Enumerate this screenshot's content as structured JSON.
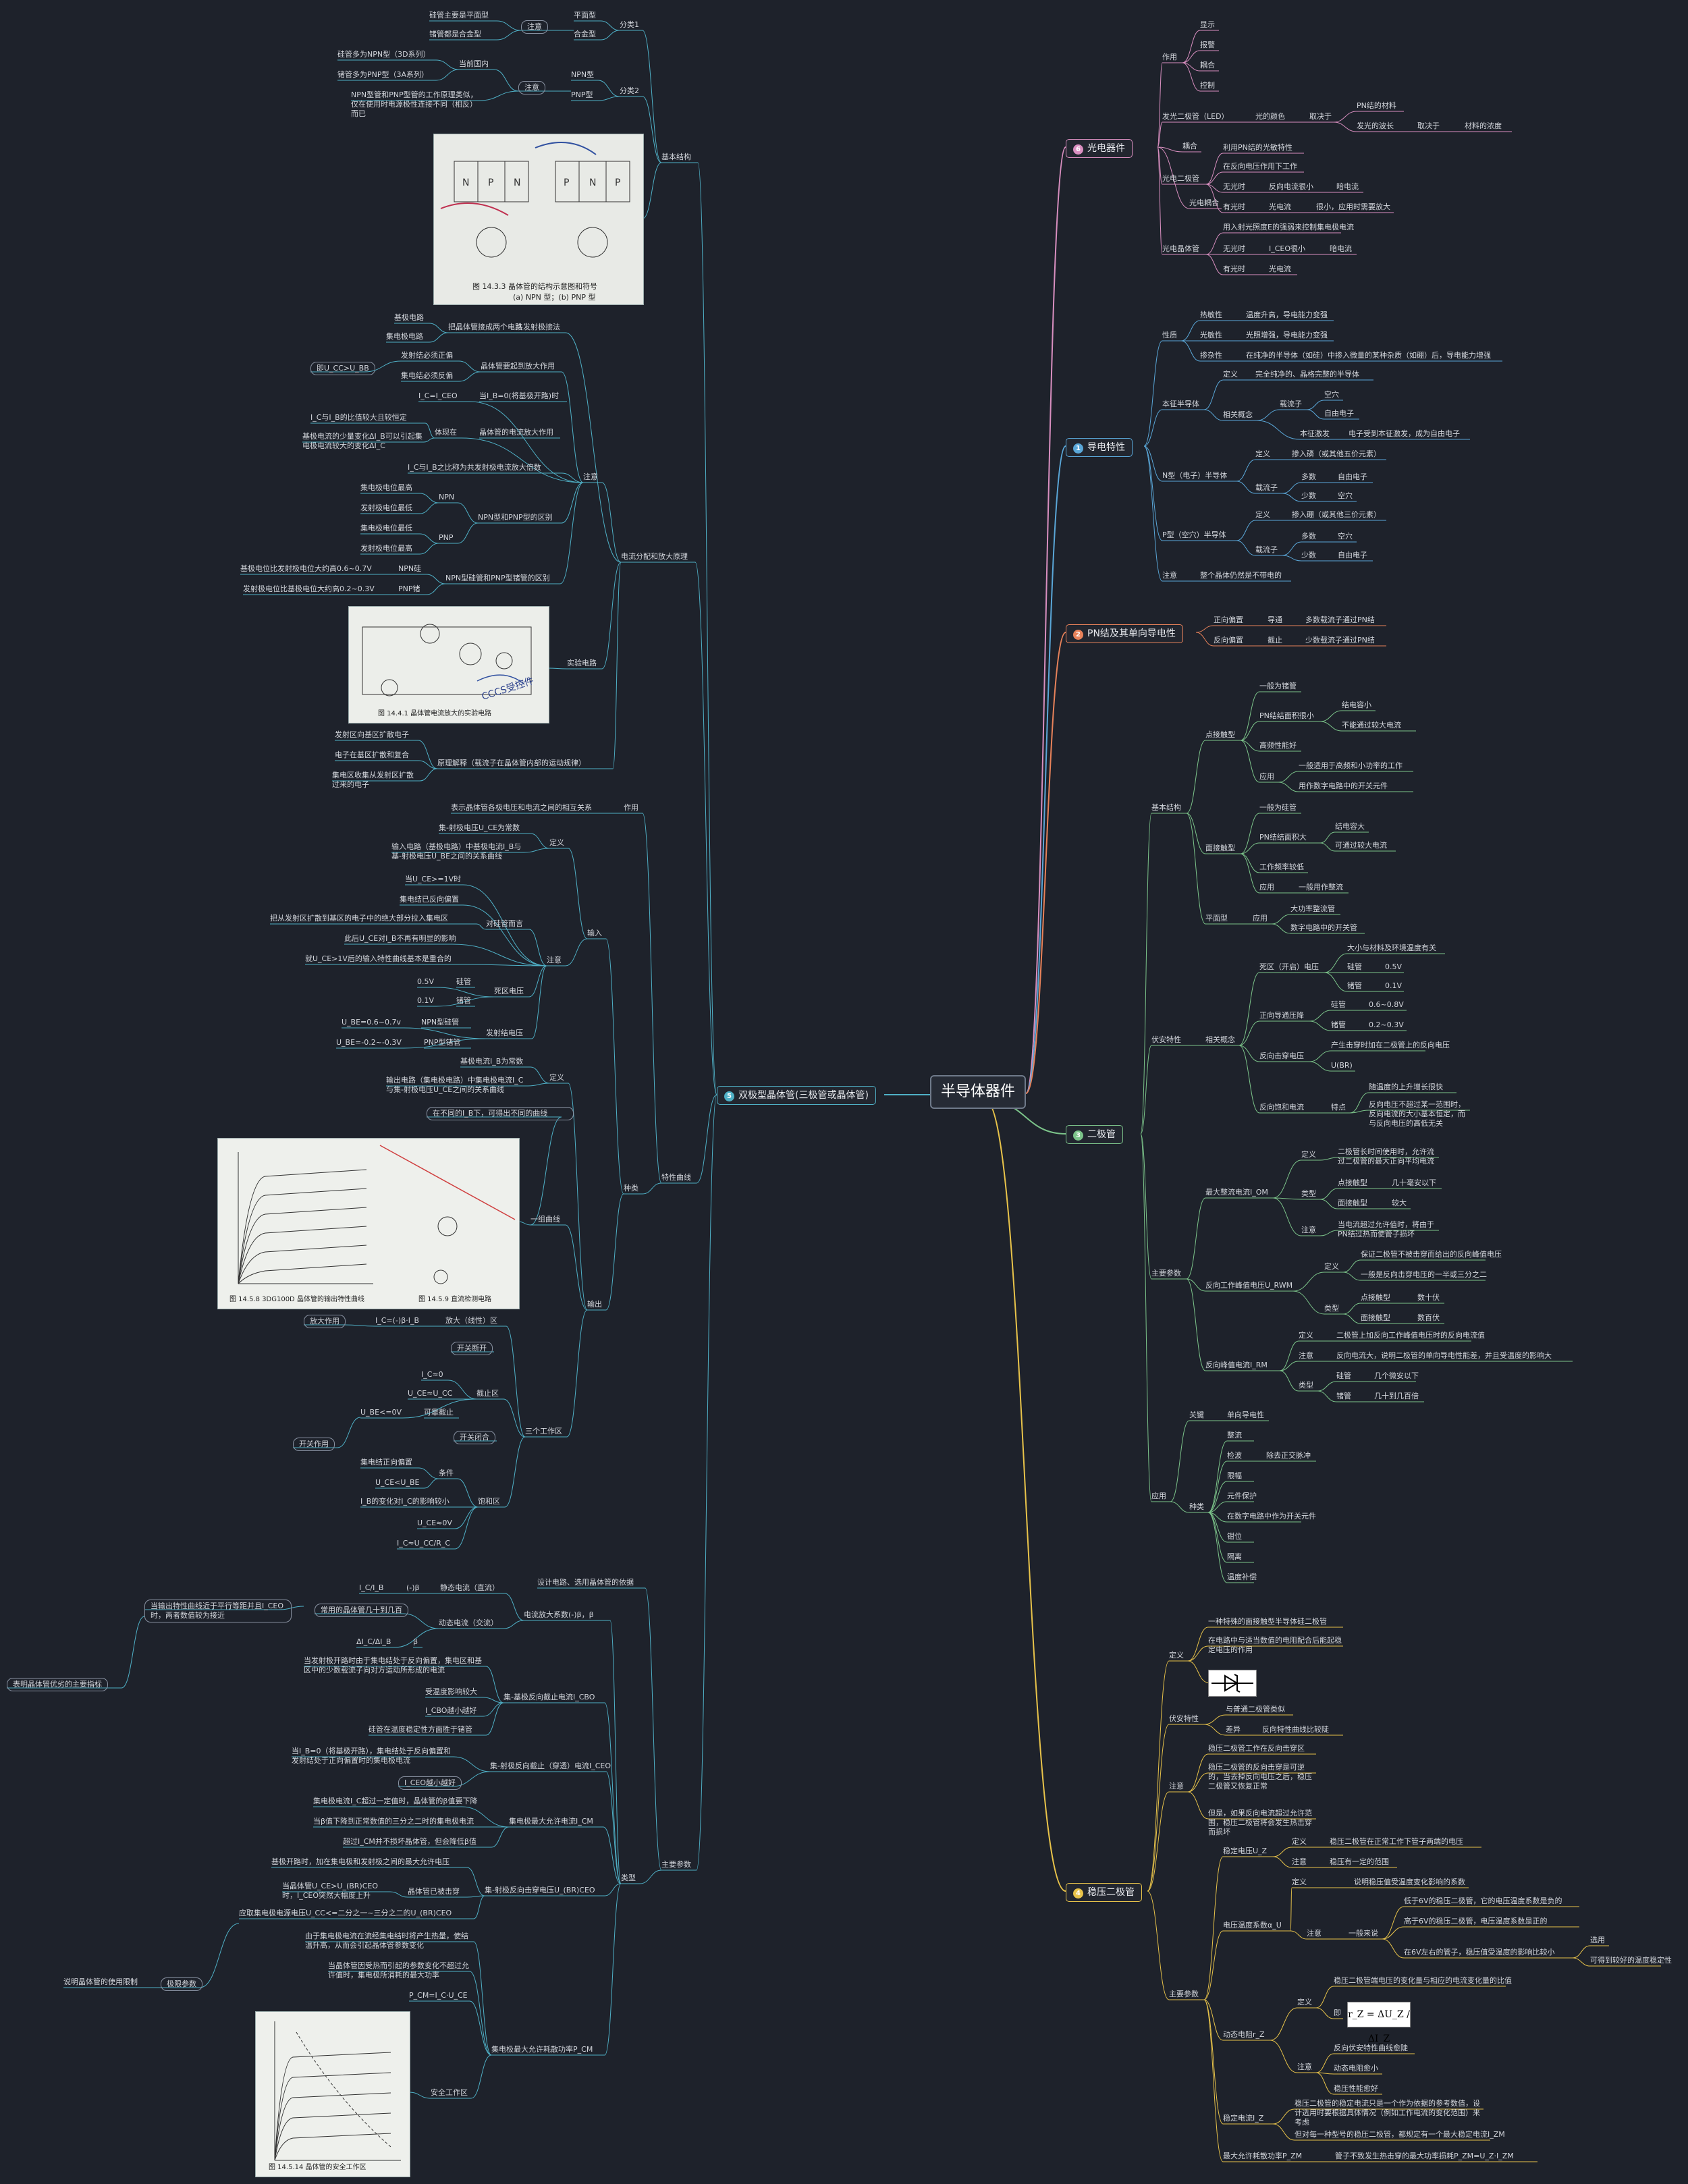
{
  "colors": {
    "bg": "#1e222b",
    "pink": "#d98fc0",
    "blue": "#5aa7d8",
    "orange": "#e8825a",
    "green": "#7cc48a",
    "yellow": "#e8c34a",
    "cyan": "#4fb0c6"
  },
  "root": "半导体器件",
  "branches": {
    "b6": {
      "num": "6",
      "label": "光电器件"
    },
    "b1": {
      "num": "1",
      "label": "导电特性"
    },
    "b2": {
      "num": "2",
      "label": "PN结及其单向导电性"
    },
    "b3": {
      "num": "3",
      "label": "二极管"
    },
    "b4": {
      "num": "4",
      "label": "稳压二极管"
    },
    "b5": {
      "num": "5",
      "label": "双极型晶体管(三极管或晶体管)"
    }
  },
  "guang": {
    "zuoyong": "作用",
    "z1": "显示",
    "z2": "报警",
    "z3": "耦合",
    "z4": "控制",
    "led": "发光二极管（LED）",
    "color": "光的颜色",
    "qjy": "取决于",
    "pn_mat": "PN结的材料",
    "wave": "发光的波长",
    "qjy2": "取决于",
    "mat_c": "材料的浓度",
    "ouhe": "耦合",
    "pd": "光电二极管",
    "pd1": "利用PN结的光敏特性",
    "pd2": "在反向电压作用下工作",
    "wg": "无光时",
    "wg1": "反向电流很小",
    "wg2": "暗电流",
    "yg": "有光时",
    "yg1": "光电流",
    "yg2": "很小，应用时需要放大",
    "gdoh": "光电耦合",
    "pt": "光电晶体管",
    "pt1": "用入射光照度E的强弱来控制集电极电流",
    "pt_wg": "无光时",
    "pt_wg1": "I_CEO很小",
    "pt_wg2": "暗电流",
    "pt_yg": "有光时",
    "pt_yg1": "光电流"
  },
  "dao": {
    "xz": "性质",
    "r": "热敏性",
    "r1": "温度升高，导电能力变强",
    "g": "光敏性",
    "g1": "光照增强，导电能力变强",
    "c": "掺杂性",
    "c1": "在纯净的半导体（如硅）中掺入微量的某种杂质（如硼）后，导电能力增强",
    "bz": "本征半导体",
    "dy": "定义",
    "dy1": "完全纯净的、晶格完整的半导体",
    "xg": "相关概念",
    "zlz": "载流子",
    "kx": "空穴",
    "zy": "自由电子",
    "bzjf": "本征激发",
    "bzjf1": "电子受到本征激发，成为自由电子",
    "n": "N型（电子）半导体",
    "ndy": "定义",
    "ndy1": "掺入磷（或其他五价元素）",
    "nzl": "载流子",
    "nd": "多数",
    "nd1": "自由电子",
    "ns": "少数",
    "ns1": "空穴",
    "p": "P型（空穴）半导体",
    "pdy": "定义",
    "pdy1": "掺入硼（或其他三价元素）",
    "pzl": "载流子",
    "pd": "多数",
    "pd1": "空穴",
    "ps": "少数",
    "ps1": "自由电子",
    "zy2": "注意",
    "zy21": "整个晶体仍然是不带电的"
  },
  "pn": {
    "zx": "正向偏置",
    "zx1": "导通",
    "zx2": "多数载流子通过PN结",
    "fx": "反向偏置",
    "fx1": "截止",
    "fx2": "少数载流子通过PN结"
  },
  "er": {
    "jb": "基本结构",
    "dc": "点接触型",
    "dc1": "一般为锗管",
    "dc2": "PN结结面积很小",
    "dc21": "结电容小",
    "dc22": "不能通过较大电流",
    "dc3": "高频性能好",
    "dc4": "应用",
    "dc41": "一般适用于高频和小功率的工作",
    "dc42": "用作数字电路中的开关元件",
    "mc": "面接触型",
    "mc1": "一般为硅管",
    "mc2": "PN结结面积大",
    "mc21": "结电容大",
    "mc22": "可通过较大电流",
    "mc3": "工作频率较低",
    "mc4": "应用",
    "mc41": "一般用作整流",
    "pm": "平面型",
    "pm1": "应用",
    "pm11": "大功率整流管",
    "pm12": "数字电路中的开关管",
    "fa": "伏安特性",
    "xg": "相关概念",
    "sq": "死区（开启）电压",
    "sq1": "大小与材料及环境温度有关",
    "sg": "硅管",
    "sg1": "0.5V",
    "zg": "锗管",
    "zg1": "0.1V",
    "zxdt": "正向导通压降",
    "zxg": "硅管",
    "zxg1": "0.6~0.8V",
    "zxz": "锗管",
    "zxz1": "0.2~0.3V",
    "fxjc": "反向击穿电压",
    "fxjc1": "产生击穿时加在二极管上的反向电压",
    "ubr": "U(BR)",
    "fxbh": "反向饱和电流",
    "td": "特点",
    "td1": "随温度的上升增长很快",
    "td2": "反向电压不超过某一范围时，反向电流的大小基本恒定，而与反向电压的高低无关",
    "zycs": "主要参数",
    "zdzl": "最大整流电流I_OM",
    "zd_dy": "定义",
    "zd_dy1": "二极管长时间使用时，允许流过二极管的最大正向平均电流",
    "zd_lx": "类型",
    "zd_lx1": "点接触型",
    "zd_lx11": "几十毫安以下",
    "zd_lx2": "面接触型",
    "zd_lx21": "较大",
    "zd_zy": "注意",
    "zd_zy1": "当电流超过允许值时，将由于PN结过热而使管子损坏",
    "fg": "反向工作峰值电压U_RWM",
    "fg_dy": "定义",
    "fg_dy1": "保证二极管不被击穿而给出的反向峰值电压",
    "fg_dy2": "一般是反向击穿电压的一半或三分之二",
    "fg_lx": "类型",
    "fg_lx1": "点接触型",
    "fg_lx11": "数十伏",
    "fg_lx2": "面接触型",
    "fg_lx21": "数百伏",
    "ff": "反向峰值电流I_RM",
    "ff_dy": "定义",
    "ff_dy1": "二极管上加反向工作峰值电压时的反向电流值",
    "ff_zy": "注意",
    "ff_zy1": "反向电流大，说明二极管的单向导电性能差，并且受温度的影响大",
    "ff_lx": "类型",
    "ff_lx1": "硅管",
    "ff_lx11": "几个微安以下",
    "ff_lx2": "锗管",
    "ff_lx21": "几十到几百倍",
    "yy": "应用",
    "gj": "关键",
    "gj1": "单向导电性",
    "zl": "种类",
    "zl1": "整流",
    "zl2": "检波",
    "zl21": "除去正交脉冲",
    "zl3": "限幅",
    "zl4": "元件保护",
    "zl5": "在数字电路中作为开关元件",
    "zl6": "钳位",
    "zl7": "隔离",
    "zl8": "温度补偿"
  },
  "wen": {
    "dy": "定义",
    "dy1": "一种特殊的面接触型半导体硅二极管",
    "dy2": "在电路中与适当数值的电阻配合后能起稳定电压的作用",
    "fa": "伏安特性",
    "fa1": "与普通二极管类似",
    "fa2": "差异",
    "fa21": "反向特性曲线比较陡",
    "zy": "注意",
    "zy1": "稳压二极管工作在反向击穿区",
    "zy2": "稳压二极管的反向击穿是可逆的，当去掉反向电压之后，稳压二极管又恢复正常",
    "zy3": "但是，如果反向电流超过允许范围，稳压二极管将会发生热击穿而损坏",
    "zycs": "主要参数",
    "wy": "稳定电压U_Z",
    "wy1": "定义",
    "wy11": "稳压二极管在正常工作下管子两端的电压",
    "wy2": "注意",
    "wy21": "稳压有一定的范围",
    "xs": "电压温度系数α_U",
    "xs1": "定义",
    "xs11": "说明稳压值受温度变化影响的系数",
    "xs2": "注意",
    "xs21": "一般来说",
    "xs211": "低于6V的稳压二极管，它的电压温度系数是负的",
    "xs212": "高于6V的稳压二极管，电压温度系数是正的",
    "xs213": "在6V左右的管子，稳压值受温度的影响比较小",
    "xs22": "选用",
    "xs221": "可得到较好的温度稳定性",
    "dz": "动态电阻r_Z",
    "dz1": "定义",
    "dz11": "稳压二极管端电压的变化量与相应的电流变化量的比值",
    "dz12": "即",
    "dz2": "注意",
    "dz21": "反向伏安特性曲线愈陡",
    "dz22": "动态电阻愈小",
    "dz23": "稳压性能愈好",
    "wdl": "稳定电流I_Z",
    "wdl1": "稳压二极管的稳定电流只是一个作为依据的参考数值，设计选用时要根据具体情况（例如工作电流的变化范围）来考虑",
    "wdl2": "但对每一种型号的稳压二极管，都规定有一个最大稳定电流I_ZM",
    "zdhs": "最大允许耗散功率P_ZM",
    "zdhs1": "管子不致发生热击穿的最大功率损耗P_ZM=U_Z·I_ZM",
    "formula": "r_Z = ΔU_Z / ΔI_Z"
  },
  "san": {
    "jbjg": "基本结构",
    "fl1": "分类1",
    "fl1a": "平面型",
    "fl1b": "合金型",
    "zy1": "注意",
    "zy11": "硅管主要是平面型",
    "zy12": "锗管都是合金型",
    "fl2": "分类2",
    "fl2a": "NPN型",
    "fl2b": "PNP型",
    "zy2": "注意",
    "dq": "当前国内",
    "dq1": "硅管多为NPN型（3D系列）",
    "dq2": "锗管多为PNP型（3A系列）",
    "zy22": "NPN型管和PNP型管的工作原理类似，仅在使用时电源极性连接不同（相反）而已",
    "img1_cap": "图 14.3.3  晶体管的结构示意图和符号",
    "img1_sub": "(a) NPN 型；(b) PNP 型",
    "dlfp": "电流分配和放大原理",
    "gsj": "共发射极接法",
    "gsj1": "把晶体管接成两个电路",
    "gsj11": "基极电路",
    "gsj12": "集电极电路",
    "zy3": "注意",
    "jt": "晶体管要起到放大作用",
    "jt1": "发射结必须正偏",
    "jt2": "集电结必须反偏",
    "jt3": "即U_CC>U_BB",
    "ic": "I_C=I_CEO",
    "ic1": "当I_B=0(将基极开路)时",
    "dz": "体现在",
    "dz1": "晶体管的电流放大作用",
    "dz11": "I_C与I_B的比值较大且较恒定",
    "dz12": "基极电流的少量变化ΔI_B可以引起集电极电流较大的变化ΔI_C",
    "beta": "I_C与I_B之比称为共发射极电流放大倍数",
    "npnpnp": "NPN型和PNP型的区别",
    "npn": "NPN",
    "npn1": "集电极电位最高",
    "npn2": "发射极电位最低",
    "pnp": "PNP",
    "pnp1": "集电极电位最低",
    "pnp2": "发射极电位最高",
    "qb": "NPN型硅管和PNP型锗管的区别",
    "qb1": "NPN硅",
    "qb11": "基极电位比发射极电位大约高0.6~0.7V",
    "qb2": "PNP锗",
    "qb21": "发射极电位比基极电位大约高0.2~0.3V",
    "sy": "实验电路",
    "img2_cap": "图 14.4.1  晶体管电流放大的实验电路",
    "img2_hand": "CCCS受控件",
    "yljs": "原理解释（载流子在晶体管内部的运动规律）",
    "yl1": "发射区向基区扩散电子",
    "yl2": "电子在基区扩散和复合",
    "yl3": "集电区收集从发射区扩散过来的电子",
    "txqx": "特性曲线",
    "zy_t": "作用",
    "zy_t1": "表示晶体管各极电压和电流之间的相互关系",
    "zl": "种类",
    "sr": "输入",
    "sr_dy": "定义",
    "sr_dy1": "集-射极电压U_CE为常数",
    "sr_dy2": "输入电路（基极电路）中基极电流I_B与基-射极电压U_BE之间的关系曲线",
    "sr_zy": "注意",
    "sr_zy1": "当U_CE>=1V时",
    "sr_zy2": "集电结已反向偏置",
    "sr_zy3": "把从发射区扩散到基区的电子中的绝大部分拉入集电区",
    "sr_zy4": "此后U_CE对I_B不再有明显的影响",
    "sr_zy5": "就U_CE>1V后的输入特性曲线基本是重合的",
    "dba": "对硅管而言",
    "sq": "死区电压",
    "sq1": "0.5V",
    "sq11": "硅管",
    "sq2": "0.1V",
    "sq21": "锗管",
    "fsj": "发射结电压",
    "fsj1": "U_BE=0.6~0.7v",
    "fsj11": "NPN型硅管",
    "fsj2": "U_BE=-0.2~-0.3V",
    "fsj21": "PNP型锗管",
    "sc": "输出",
    "sc_dy": "定义",
    "sc_dy1": "基极电流I_B为常数",
    "sc_dy2": "输出电路（集电极电路）中集电极电流I_C与集-射极电压U_CE之间的关系曲线",
    "yzqx": "一组曲线",
    "yzqx1": "在不同的I_B下，可得出不同的曲线",
    "img3_cap1": "图 14.5.8  3DG100D 晶体管的输出特性曲线",
    "img3_cap2": "图 14.5.9  直流检测电路",
    "sgqy": "三个工作区",
    "fd": "放大（线性）区",
    "fd1": "I_C=(-)β·I_B",
    "fdzy": "放大作用",
    "jz": "截止区",
    "jz1": "开关断开",
    "jz2": "I_C≈0",
    "jz3": "U_CE≈U_CC",
    "jz4": "U_BE<=0V",
    "jz41": "可靠截止",
    "bh": "饱和区",
    "bh1": "开关闭合",
    "bh2": "条件",
    "bh21": "集电结正向偏置",
    "bh22": "U_CE<U_BE",
    "bh3": "I_B的变化对I_C的影响较小",
    "bh4": "U_CE≈0V",
    "bh5": "I_C≈U_CC/R_C",
    "kgzy": "开关作用",
    "zycs": "主要参数",
    "zycs1": "设计电路、选用晶体管的依据",
    "lx": "类型",
    "dlfd": "电流放大系数(-)β，β",
    "jt_1": "静态电流（直流）",
    "jt_11": "I_C/I_B",
    "jt_12": "(-)β",
    "dt": "动态电流（交流）",
    "dt1": "ΔI_C/ΔI_B",
    "dt2": "β",
    "dt3": "常用的晶体管几十到几百",
    "dt4": "当输出特性曲线近于平行等距并且I_CEO时，两者数值较为接近",
    "yx": "表明晶体管优劣的主要指标",
    "icbo": "集-基极反向截止电流I_CBO",
    "icbo1": "当发射极开路时由于集电结处于反向偏置，集电区和基区中的少数载流子向对方运动所形成的电流",
    "icbo2": "受温度影响较大",
    "icbo3": "I_CBO越小越好",
    "icbo4": "硅管在温度稳定性方面胜于锗管",
    "iceo": "集-射极反向截止（穿透）电流I_CEO",
    "iceo1": "当I_B=0（将基极开路），集电结处于反向偏置和发射结处于正向偏置时的集电极电流",
    "iceo2": "I_CEO越小越好",
    "icm": "集电极最大允许电流I_CM",
    "icm1": "集电极电流I_C超过一定值时，晶体管的β值要下降",
    "icm2": "当β值下降到正常数值的三分之二时的集电极电流",
    "icm3": "超过I_CM并不损坏晶体管，但会降低β值",
    "ubr": "集-射极反向击穿电压U_(BR)CEO",
    "ubr1": "基极开路时，加在集电极和发射极之间的最大允许电压",
    "ubr2": "晶体管已被击穿",
    "ubr21": "当晶体管U_CE>U_(BR)CEO时，I_CEO突然大幅度上升",
    "ubr3": "应取集电极电源电压U_CC<=二分之一~三分之二的U_(BR)CEO",
    "pcm": "集电极最大允许耗散功率P_CM",
    "pcm1": "由于集电极电流在流经集电结时将产生热量，使结温升高，从而会引起晶体管参数变化",
    "pcm2": "当晶体管因受热而引起的参数变化不超过允许值时，集电极所消耗的最大功率",
    "pcm3": "P_CM=I_C·U_CE",
    "aq": "安全工作区",
    "img4_cap": "图 14.5.14  晶体管的安全工作区",
    "jxcs": "极限参数",
    "sym": "说明晶体管的使用限制"
  }
}
